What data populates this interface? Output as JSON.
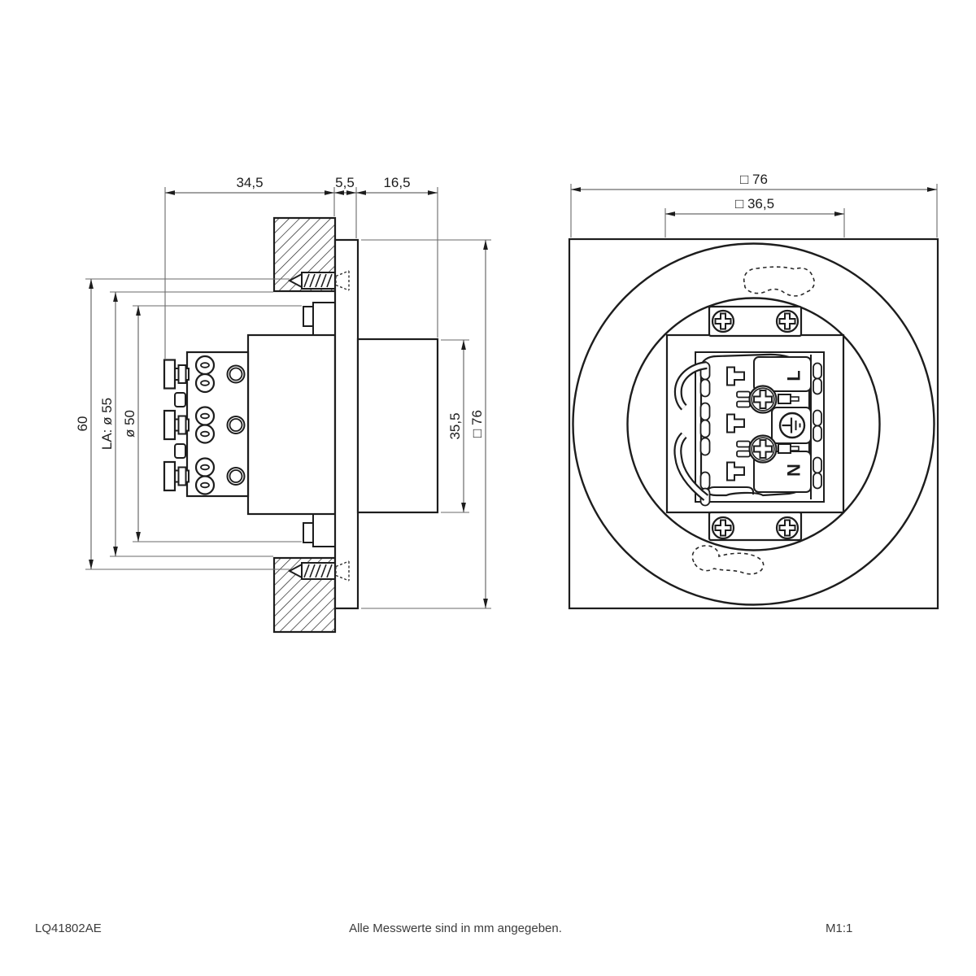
{
  "side": {
    "dim_depth_housing": "34,5",
    "dim_plate_thickness": "5,5",
    "dim_front_depth": "16,5",
    "dim_height_overall": "60",
    "dim_cutout": "LA: ø 55",
    "dim_body_diameter": "ø 50",
    "dim_front_height": "35,5",
    "dim_plate_size": "□ 76"
  },
  "front": {
    "dim_outer_size": "□ 76",
    "dim_inner_size": "□ 36,5",
    "terminal_line": "L",
    "terminal_neutral": "N"
  },
  "footer": {
    "article_number": "LQ41802AE",
    "note": "Alle Messwerte sind in mm angegeben.",
    "scale": "M1:1"
  }
}
